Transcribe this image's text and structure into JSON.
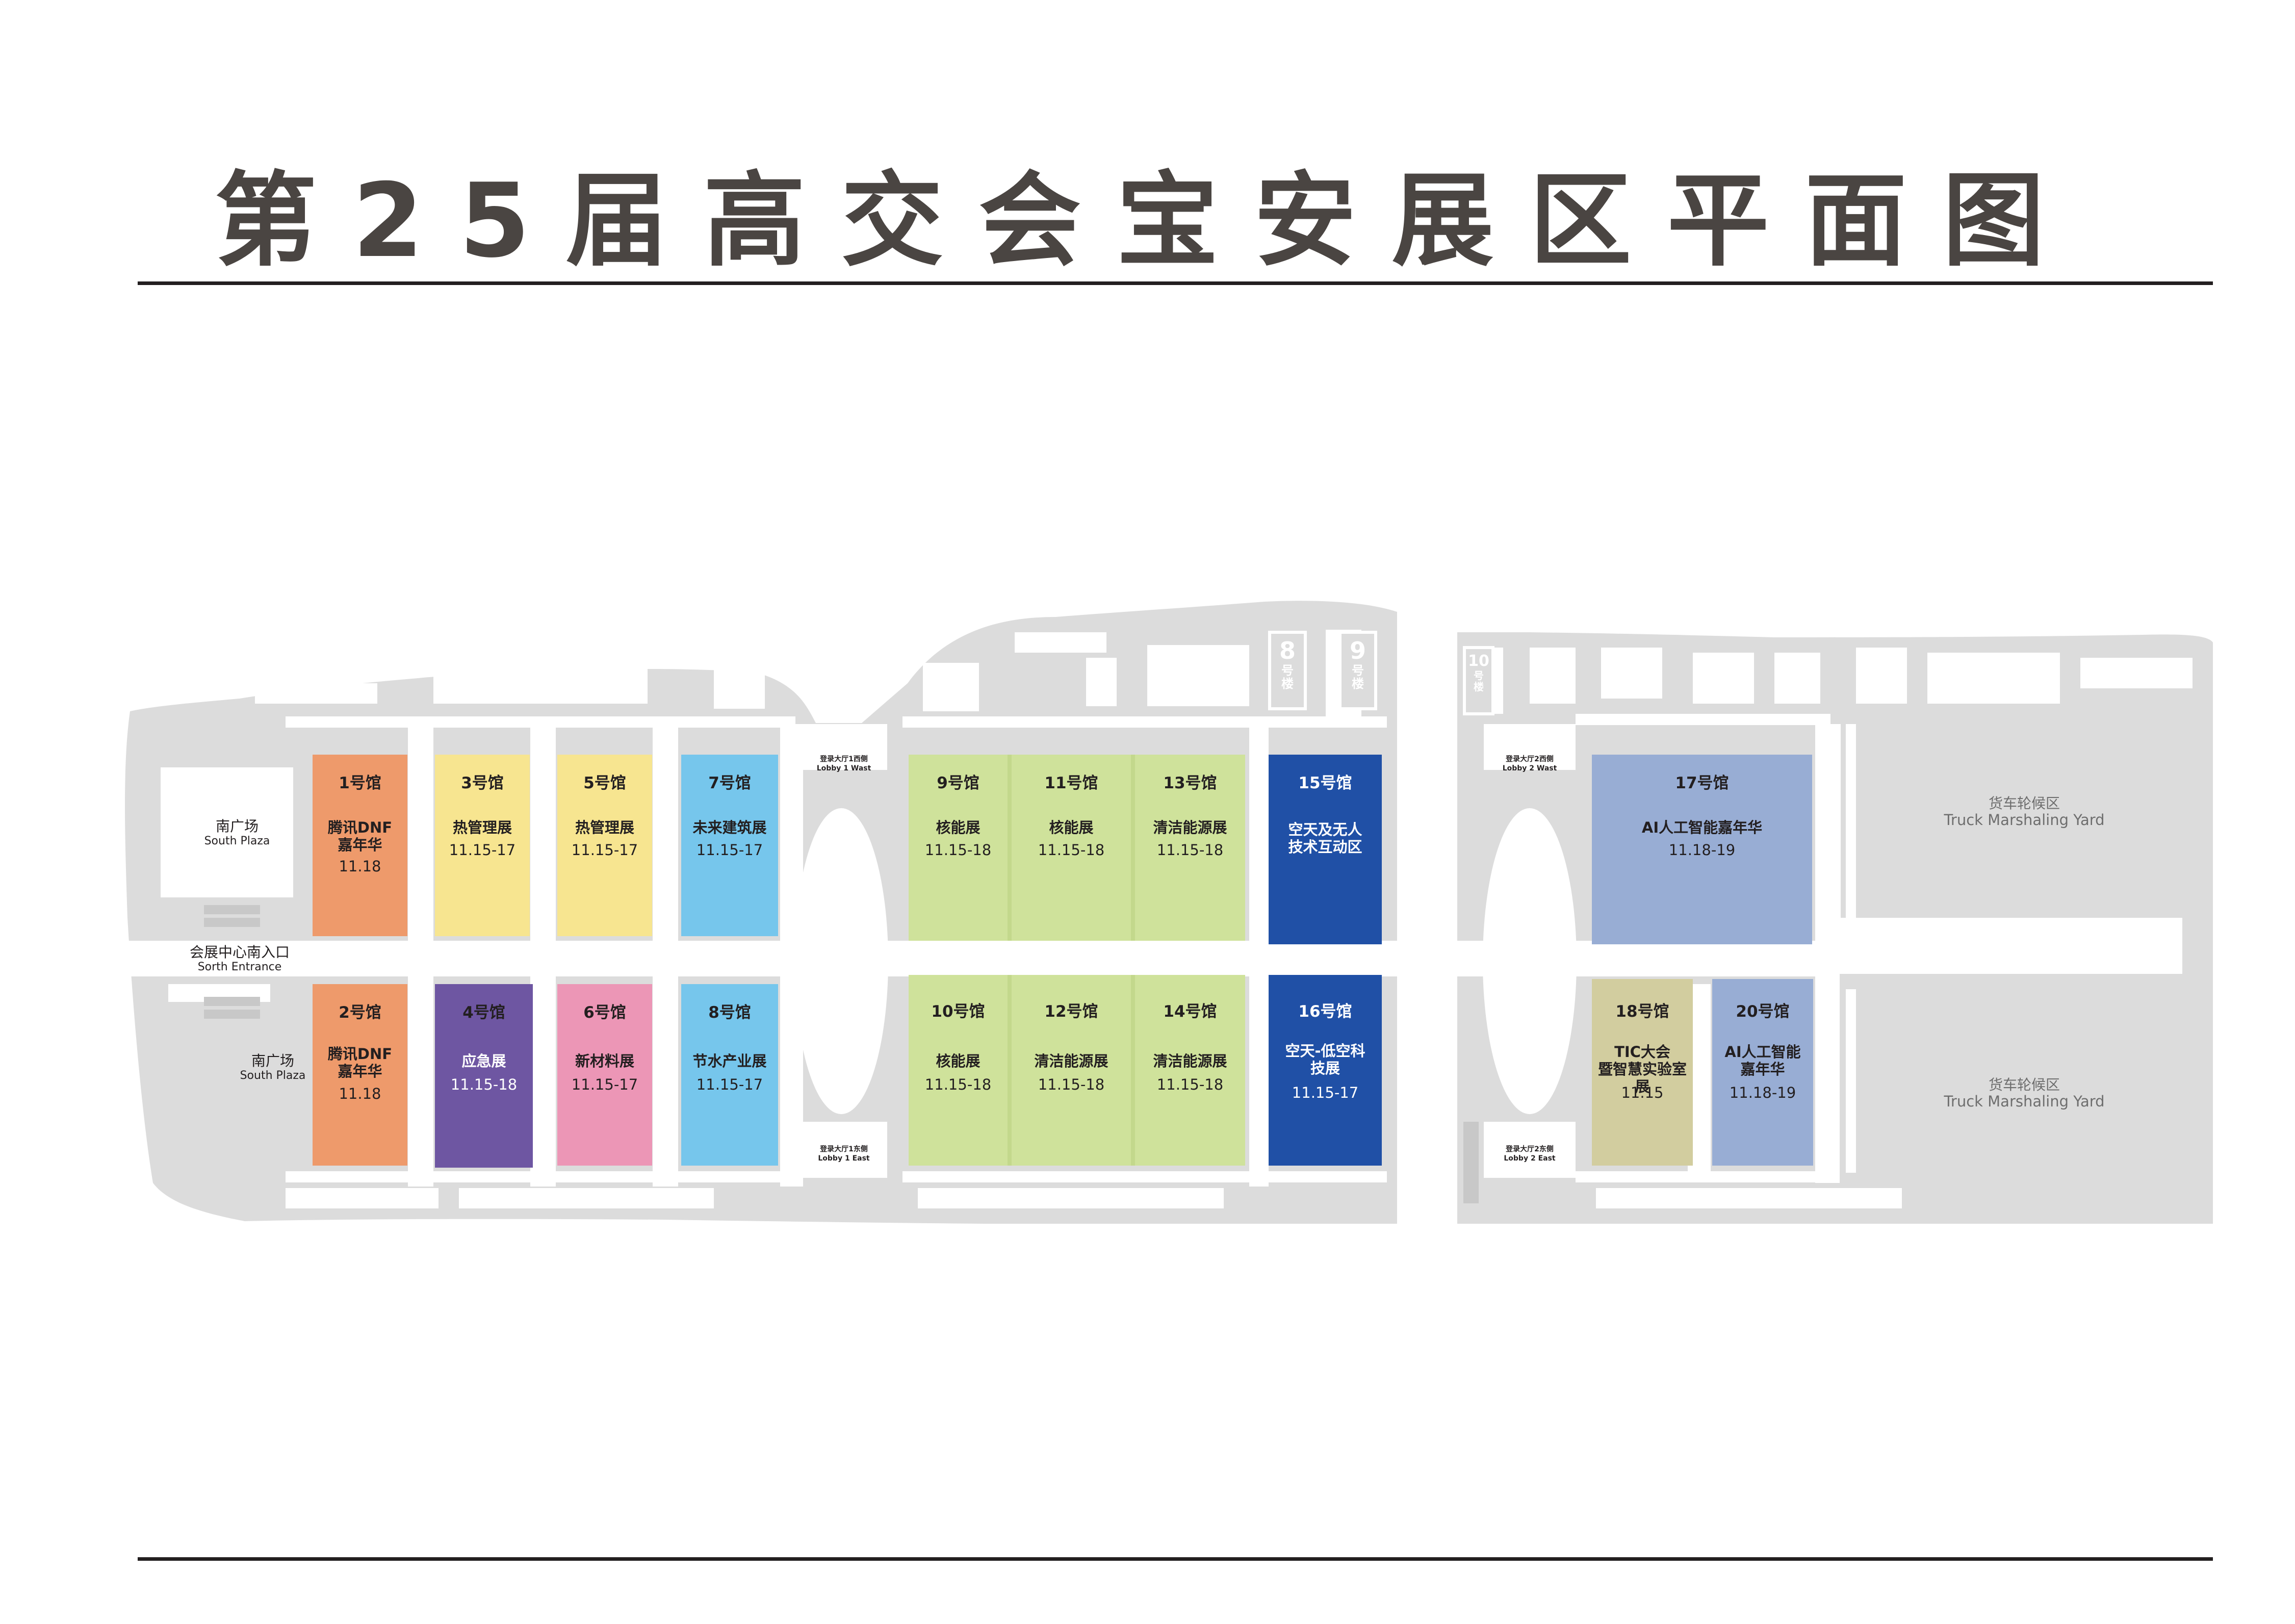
{
  "title": "第25届高交会宝安展区平面图",
  "colors": {
    "title_text": "#4a4542",
    "site_gray": "#dcdcdc",
    "orange": "#ee9a6b",
    "yellow": "#f7e590",
    "sky_blue": "#76c6ec",
    "purple": "#6e56a2",
    "pink": "#ec96b6",
    "lime": "#cfe29b",
    "royal_blue": "#2050a6",
    "periwinkle": "#98add4",
    "khaki": "#d2cd9f"
  },
  "halls_north": [
    {
      "no": "1号馆",
      "name": "腾讯DNF\n嘉年华",
      "date": "11.18",
      "color": "orange"
    },
    {
      "no": "3号馆",
      "name": "热管理展",
      "date": "11.15-17",
      "color": "yellow"
    },
    {
      "no": "5号馆",
      "name": "热管理展",
      "date": "11.15-17",
      "color": "yellow"
    },
    {
      "no": "7号馆",
      "name": "未来建筑展",
      "date": "11.15-17",
      "color": "sky_blue"
    },
    {
      "no": "9号馆",
      "name": "核能展",
      "date": "11.15-18",
      "color": "lime"
    },
    {
      "no": "11号馆",
      "name": "核能展",
      "date": "11.15-18",
      "color": "lime"
    },
    {
      "no": "13号馆",
      "name": "清洁能源展",
      "date": "11.15-18",
      "color": "lime"
    },
    {
      "no": "15号馆",
      "name": "空天及无人\n技术互动区",
      "date": "",
      "color": "royal_blue"
    },
    {
      "no": "17号馆",
      "name": "AI人工智能嘉年华",
      "date": "11.18-19",
      "color": "periwinkle"
    }
  ],
  "halls_south": [
    {
      "no": "2号馆",
      "name": "腾讯DNF\n嘉年华",
      "date": "11.18",
      "color": "orange"
    },
    {
      "no": "4号馆",
      "name": "应急展",
      "date": "11.15-18",
      "color": "purple"
    },
    {
      "no": "6号馆",
      "name": "新材料展",
      "date": "11.15-17",
      "color": "pink"
    },
    {
      "no": "8号馆",
      "name": "节水产业展",
      "date": "11.15-17",
      "color": "sky_blue"
    },
    {
      "no": "10号馆",
      "name": "核能展",
      "date": "11.15-18",
      "color": "lime"
    },
    {
      "no": "12号馆",
      "name": "清洁能源展",
      "date": "11.15-18",
      "color": "lime"
    },
    {
      "no": "14号馆",
      "name": "清洁能源展",
      "date": "11.15-18",
      "color": "lime"
    },
    {
      "no": "16号馆",
      "name": "空天-低空科\n技展",
      "date": "11.15-17",
      "color": "royal_blue"
    },
    {
      "no": "18号馆",
      "name": "TIC大会\n暨智慧实验室展",
      "date": "11.15",
      "color": "khaki"
    },
    {
      "no": "20号馆",
      "name": "AI人工智能\n嘉年华",
      "date": "11.18-19",
      "color": "periwinkle"
    }
  ],
  "labels": {
    "south_plaza_n": {
      "cn": "南广场",
      "en": "South Plaza"
    },
    "south_entrance": {
      "cn": "会展中心南入口",
      "en": "Sorth Entrance"
    },
    "south_plaza_s": {
      "cn": "南广场",
      "en": "South Plaza"
    }
  },
  "lobbies": [
    {
      "cn": "登录大厅1西侧",
      "en": "Lobby 1 Wast"
    },
    {
      "cn": "登录大厅1东侧",
      "en": "Lobby 1 East"
    },
    {
      "cn": "登录大厅2西侧",
      "en": "Lobby 2 Wast"
    },
    {
      "cn": "登录大厅2东侧",
      "en": "Lobby 2 East"
    }
  ],
  "yards": [
    {
      "cn": "货车轮候区",
      "en": "Truck Marshaling Yard"
    },
    {
      "cn": "货车轮候区",
      "en": "Truck Marshaling Yard"
    }
  ],
  "buildings": [
    {
      "num": "8",
      "suffix": "号楼"
    },
    {
      "num": "9",
      "suffix": "号楼"
    },
    {
      "num": "10",
      "suffix": "号楼"
    }
  ]
}
